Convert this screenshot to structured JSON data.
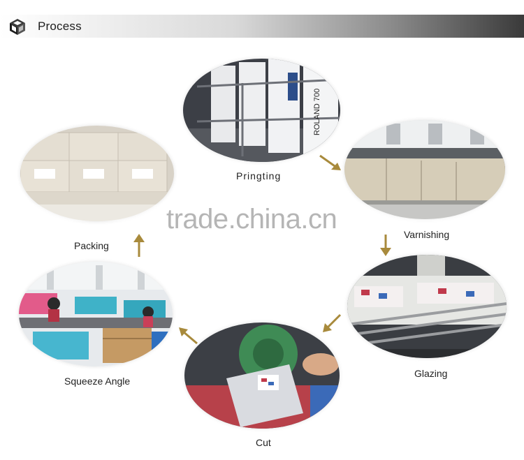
{
  "header": {
    "title": "Process",
    "icon": "cube-logo-icon",
    "accent": "#3a3a3a"
  },
  "steps": [
    {
      "key": "printing",
      "label": "Pringting"
    },
    {
      "key": "varnishing",
      "label": "Varnishing"
    },
    {
      "key": "glazing",
      "label": "Glazing"
    },
    {
      "key": "cut",
      "label": "Cut"
    },
    {
      "key": "squeeze",
      "label": "Squeeze Angle"
    },
    {
      "key": "packing",
      "label": "Packing"
    }
  ],
  "machine_marking": "ROLAND 700",
  "watermark": "trade.china.cn",
  "arrow_color": "#a88a3c"
}
